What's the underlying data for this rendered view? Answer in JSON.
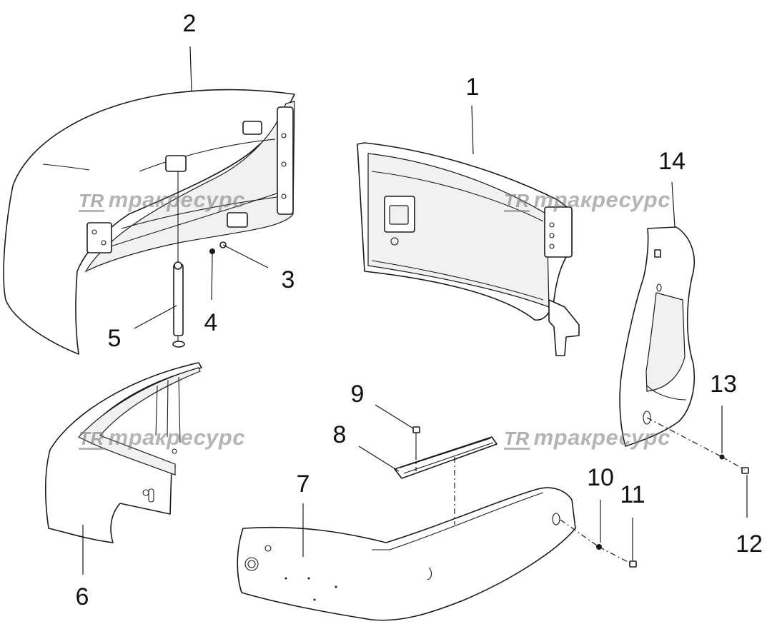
{
  "callouts": {
    "c1": "1",
    "c2": "2",
    "c3": "3",
    "c4": "4",
    "c5": "5",
    "c6": "6",
    "c7": "7",
    "c8": "8",
    "c9": "9",
    "c10": "10",
    "c11": "11",
    "c12": "12",
    "c13": "13",
    "c14": "14"
  },
  "watermark": {
    "logo": "TR",
    "text": "тракресурс"
  }
}
